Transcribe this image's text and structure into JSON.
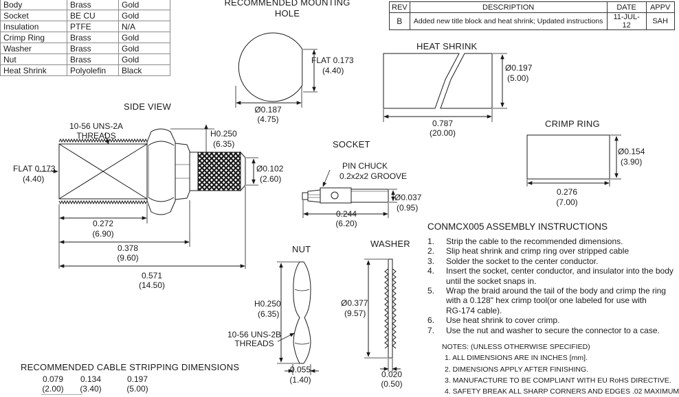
{
  "materials_table": {
    "rows": [
      {
        "part": "Body",
        "material": "Brass",
        "finish": "Gold"
      },
      {
        "part": "Socket",
        "material": "BE CU",
        "finish": "Gold"
      },
      {
        "part": "Insulation",
        "material": "PTFE",
        "finish": "N/A"
      },
      {
        "part": "Crimp Ring",
        "material": "Brass",
        "finish": "Gold"
      },
      {
        "part": "Washer",
        "material": "Brass",
        "finish": "Gold"
      },
      {
        "part": "Nut",
        "material": "Brass",
        "finish": "Gold"
      },
      {
        "part": "Heat Shrink",
        "material": "Polyolefin",
        "finish": "Black"
      }
    ]
  },
  "revision_table": {
    "headers": [
      "REV",
      "DESCRIPTION",
      "DATE",
      "APPV"
    ],
    "row": {
      "rev": "B",
      "description": "Added new title block and heat shrink; Updated instructions",
      "date": "11-JUL-12",
      "appv": "SAH"
    }
  },
  "mounting_hole": {
    "title_line1": "RECOMMENDED MOUNTING",
    "title_line2": "HOLE",
    "flat_label": "FLAT 0.173",
    "flat_mm": "(4.40)",
    "dia_label": "Ø0.187",
    "dia_mm": "(4.75)"
  },
  "heat_shrink": {
    "title": "HEAT SHRINK",
    "dia_label": "Ø0.197",
    "dia_mm": "(5.00)",
    "length_label": "0.787",
    "length_mm": "(20.00)"
  },
  "crimp_ring": {
    "title": "CRIMP RING",
    "dia_label": "Ø0.154",
    "dia_mm": "(3.90)",
    "length_label": "0.276",
    "length_mm": "(7.00)"
  },
  "side_view": {
    "title": "SIDE VIEW",
    "threads_line1": "10-56 UNS-2A",
    "threads_line2": "THREADS",
    "hex_label": "H0.250",
    "hex_mm": "(6.35)",
    "flat_label": "FLAT 0.173",
    "flat_mm": "(4.40)",
    "tail_dia_label": "Ø0.102",
    "tail_dia_mm": "(2.60)",
    "dim1_label": "0.272",
    "dim1_mm": "(6.90)",
    "dim2_label": "0.378",
    "dim2_mm": "(9.60)",
    "dim3_label": "0.571",
    "dim3_mm": "(14.50)"
  },
  "socket": {
    "title": "SOCKET",
    "pin_chuck": "PIN CHUCK",
    "groove": "0.2x2x2 GROOVE",
    "dia_label": "Ø0.037",
    "dia_mm": "(0.95)",
    "length_label": "0.244",
    "length_mm": "(6.20)"
  },
  "nut": {
    "title": "NUT",
    "hex_label": "H0.250",
    "hex_mm": "(6.35)",
    "threads_line1": "10-56 UNS-2B",
    "threads_line2": "THREADS",
    "thick_label": "0.055",
    "thick_mm": "(1.40)"
  },
  "washer": {
    "title": "WASHER",
    "dia_label": "Ø0.377",
    "dia_mm": "(9.57)",
    "thick_label": "0.020",
    "thick_mm": "(0.50)"
  },
  "cable_stripping": {
    "title": "RECOMMENDED CABLE STRIPPING DIMENSIONS",
    "dims": [
      {
        "label": "0.079",
        "mm": "(2.00)"
      },
      {
        "label": "0.134",
        "mm": "(3.40)"
      },
      {
        "label": "0.197",
        "mm": "(5.00)"
      }
    ]
  },
  "instructions": {
    "title": "CONMCX005 ASSEMBLY INSTRUCTIONS",
    "steps": [
      {
        "num": "1.",
        "line1": "Strip the cable to the recommended dimensions."
      },
      {
        "num": "2.",
        "line1": "Slip heat shrink and crimp ring over stripped cable"
      },
      {
        "num": "3.",
        "line1": "Solder the socket to the center conductor."
      },
      {
        "num": "4.",
        "line1": "Insert the socket, center conductor, and insulator into the body",
        "line2": "until the socket snaps in."
      },
      {
        "num": "5.",
        "line1": "Wrap the braid around the tail of the body and crimp the ring",
        "line2": "with a 0.128\" hex crimp tool(or one labeled for use with",
        "line3": "RG-174 cable)."
      },
      {
        "num": "6.",
        "line1": "Use heat shrink to cover crimp."
      },
      {
        "num": "7.",
        "line1": "Use the nut and washer to secure the connector to a case."
      }
    ]
  },
  "notes": {
    "title": "NOTES: (UNLESS OTHERWISE SPECIFIED)",
    "items": [
      "1. ALL DIMENSIONS ARE IN INCHES [mm].",
      "2. DIMENSIONS APPLY AFTER FINISHING.",
      "3. MANUFACTURE TO BE COMPLIANT WITH EU RoHS DIRECTIVE.",
      "4. SAFETY BREAK ALL SHARP CORNERS AND EDGES .02 MAXIMUM."
    ]
  }
}
